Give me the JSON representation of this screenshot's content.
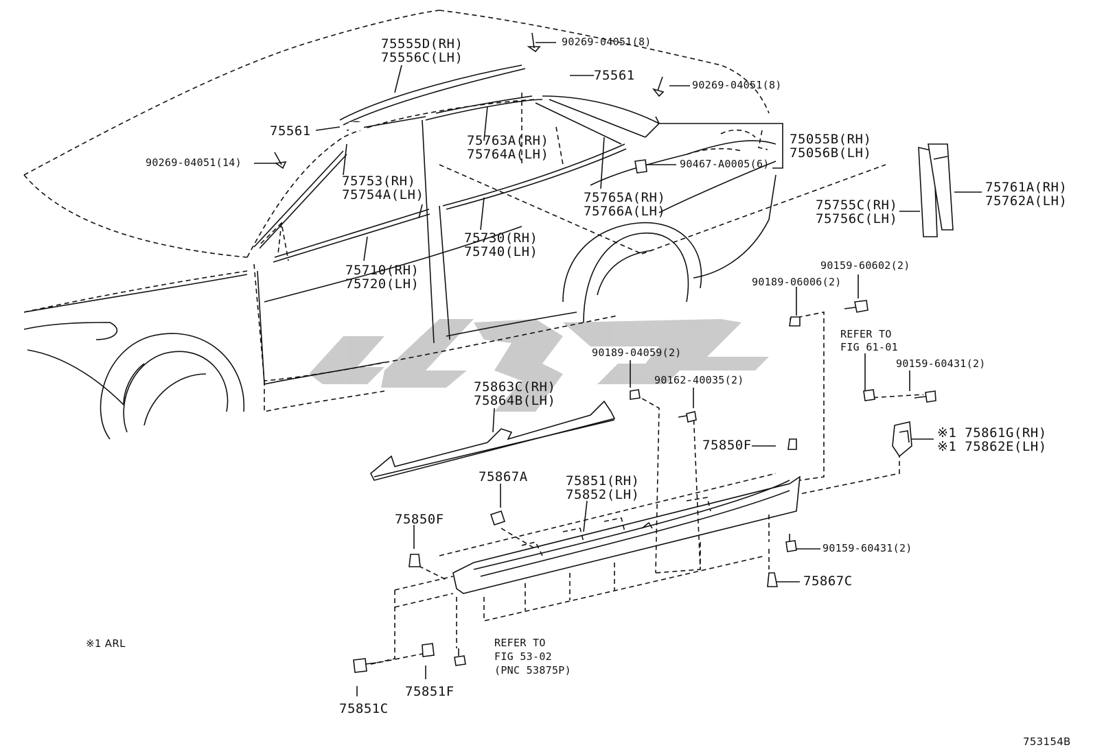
{
  "labels": {
    "l75555d": "75555D(RH)",
    "l75556c": "75556C(LH)",
    "l90269a": "90269-04051(8)",
    "l75561a": "75561",
    "l90269b": "90269-04051(8)",
    "l75561b": "75561",
    "l90269c": "90269-04051(14)",
    "l75763a": "75763A(RH)",
    "l75764a": "75764A(LH)",
    "l75055b": "75055B(RH)",
    "l75056b": "75056B(LH)",
    "l90467": "90467-A0005(6)",
    "l75753": "75753(RH)",
    "l75754a": "75754A(LH)",
    "l75765a": "75765A(RH)",
    "l75766a": "75766A(LH)",
    "l75761a": "75761A(RH)",
    "l75762a": "75762A(LH)",
    "l75755c": "75755C(RH)",
    "l75756c": "75756C(LH)",
    "l75730": "75730(RH)",
    "l75740": "75740(LH)",
    "l75710": "75710(RH)",
    "l75720": "75720(LH)",
    "l90159a": "90159-60602(2)",
    "l90189a": "90189-06006(2)",
    "l90189b": "90189-04059(2)",
    "l90162": "90162-40035(2)",
    "lrefer1a": "REFER TO",
    "lrefer1b": "FIG 61-01",
    "l90159b": "90159-60431(2)",
    "l75863c": "75863C(RH)",
    "l75864b": "75864B(LH)",
    "l75861g": "※1 75861G(RH)",
    "l75862e": "※1 75862E(LH)",
    "l75850fa": "75850F",
    "l75867a": "75867A",
    "l75851": "75851(RH)",
    "l75852": "75852(LH)",
    "l75850fb": "75850F",
    "l90159c": "90159-60431(2)",
    "l75867c": "75867C",
    "lnote": "※1 ARL",
    "lrefer2a": "REFER TO",
    "lrefer2b": "FIG 53-02",
    "lrefer2c": "(PNC 53875P)",
    "l75851f": "75851F",
    "l75851c": "75851C",
    "lfig": "753154B"
  },
  "colors": {
    "line": "#111111",
    "watermark": "#c8c8c8"
  },
  "icons": [
    "clip-icon",
    "screw-icon",
    "nut-icon",
    "watermark-logo"
  ]
}
